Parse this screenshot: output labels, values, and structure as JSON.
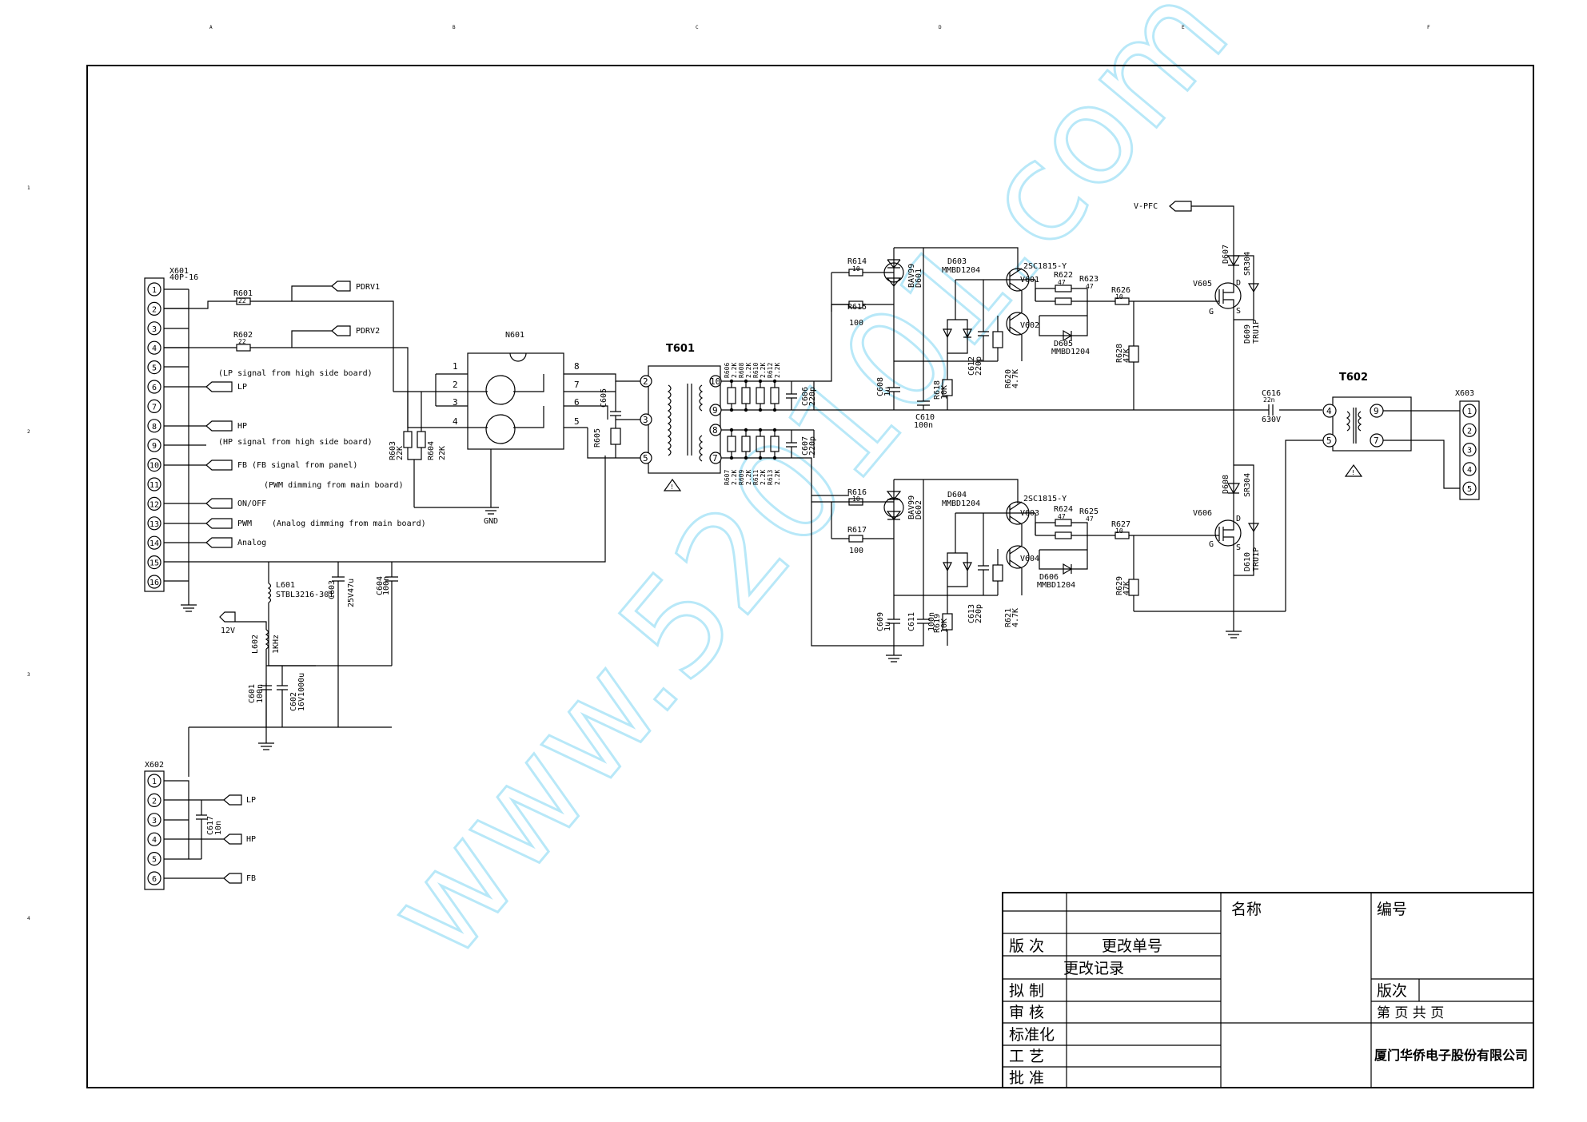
{
  "watermark": "www.520101.com",
  "connectors": {
    "x601": {
      "ref": "X601",
      "part": "40P-16",
      "pins": [
        "1",
        "2",
        "3",
        "4",
        "5",
        "6",
        "7",
        "8",
        "9",
        "10",
        "11",
        "12",
        "13",
        "14",
        "15",
        "16"
      ]
    },
    "x602": {
      "ref": "X602",
      "pins": [
        "1",
        "2",
        "3",
        "4",
        "5",
        "6"
      ]
    },
    "x603": {
      "ref": "X603",
      "pins": [
        "1",
        "2",
        "3",
        "4",
        "5"
      ]
    }
  },
  "signals": {
    "pdrv1": "PDRV1",
    "pdrv2": "PDRV2",
    "lp": "LP",
    "hp": "HP",
    "fb": "FB",
    "onoff": "ON/OFF",
    "pwm": "PWM",
    "analog": "Analog",
    "v12": "12V",
    "vpfc": "V-PFC",
    "gnd": "GND"
  },
  "notes": {
    "lp_note": "(LP signal from high side board)",
    "hp_note": "(HP signal from high side board)",
    "fb_note": "(FB signal from panel)",
    "pwm_note": "(PWM dimming from main board)",
    "analog_note": "(Analog dimming from main board)"
  },
  "components": {
    "r601": "R601",
    "r601v": "22",
    "r602": "R602",
    "r602v": "22",
    "n601": "N601",
    "n601pins": [
      "1",
      "2",
      "3",
      "4",
      "8",
      "7",
      "6",
      "5"
    ],
    "r603": "R603",
    "r603v": "22K",
    "r604": "R604",
    "r604v": "22K",
    "t601": "T601",
    "t601pins": [
      "2",
      "3",
      "5",
      "10",
      "9",
      "8",
      "7"
    ],
    "c605": "C605",
    "r605": "R605",
    "top_rs": [
      "R606",
      "R608",
      "R610",
      "R612"
    ],
    "top_rs_v": [
      "2.2K",
      "2.2K",
      "2.2K",
      "2.2K"
    ],
    "bot_rs": [
      "R607",
      "R609",
      "R611",
      "R613"
    ],
    "bot_rs_v": [
      "2.2K",
      "2.2K",
      "2.2K",
      "2.2K"
    ],
    "c606": "C606",
    "c606v": "220p",
    "c607": "C607",
    "c607v": "220p",
    "r614": "R614",
    "r614v": "10",
    "r615": "R615",
    "r615v": "100",
    "r616": "R616",
    "r616v": "10",
    "r617": "R617",
    "r617v": "100",
    "d601": "D601",
    "d601v": "BAV99",
    "d602": "D602",
    "d602v": "BAV99",
    "d603": "D603",
    "d603v": "MMBD1204",
    "d604": "D604",
    "d604v": "MMBD1204",
    "v601": "V601",
    "v601v": "2SC1815-Y",
    "v602": "V602",
    "v603": "V603",
    "v603v": "2SC1815-Y",
    "v604": "V604",
    "r622": "R622",
    "r622v": "47",
    "r623": "R623",
    "r623v": "47",
    "r624": "R624",
    "r624v": "47",
    "r625": "R625",
    "r625v": "47",
    "r626": "R626",
    "r626v": "10",
    "r627": "R627",
    "r627v": "10",
    "d605": "D605",
    "d605v": "MMBD1204",
    "d606": "D606",
    "d606v": "MMBD1204",
    "c608": "C608",
    "c608v": "1u",
    "c609": "C609",
    "c609v": "1u",
    "c610": "C610",
    "c610v": "100n",
    "c611": "C611",
    "c611v": "100n",
    "r618": "R618",
    "r618v": "10K",
    "r619": "R619",
    "r619v": "10K",
    "c612": "C612",
    "c612v": "220p",
    "c613": "C613",
    "c613v": "220p",
    "r620": "R620",
    "r620v": "4.7K",
    "r621": "R621",
    "r621v": "4.7K",
    "r628": "R628",
    "r628v": "47K",
    "r629": "R629",
    "r629v": "47K",
    "v605": "V605",
    "v606": "V606",
    "d607": "D607",
    "d607v": "SR304",
    "d608": "D608",
    "d608v": "SR304",
    "d609": "D609",
    "d609v": "TRU1P",
    "d610": "D610",
    "d610v": "TRU1P",
    "c616": "C616",
    "c616v": "22n",
    "c616v2": "630V",
    "t602": "T602",
    "t602pins": [
      "4",
      "5",
      "9",
      "7"
    ],
    "l601": "L601",
    "l601v": "STBL3216-301",
    "c603": "C603",
    "c603v": "25V47u",
    "c604": "C604",
    "c604v": "100n",
    "l602": "L602",
    "l602v": "1KHz",
    "c601": "C601",
    "c601v": "100n",
    "c602": "C602",
    "c602v": "16V1000u",
    "c617": "C617",
    "c617v": "10n",
    "g": "G",
    "d": "D",
    "s": "S"
  },
  "title_block": {
    "name_label": "名称",
    "number_label": "编号",
    "revision": "版  次",
    "change_no": "更改单号",
    "change_record": "更改记录",
    "draft": "拟  制",
    "review": "审  核",
    "standard": "标准化",
    "process": "工  艺",
    "approve": "批  准",
    "version": "版次",
    "page_of": "第    页 共    页",
    "company": "厦门华侨电子股份有限公司"
  },
  "border_marks": {
    "top": [
      "A",
      "B",
      "C",
      "D",
      "E",
      "F"
    ],
    "left": [
      "1",
      "2",
      "3",
      "4"
    ]
  }
}
